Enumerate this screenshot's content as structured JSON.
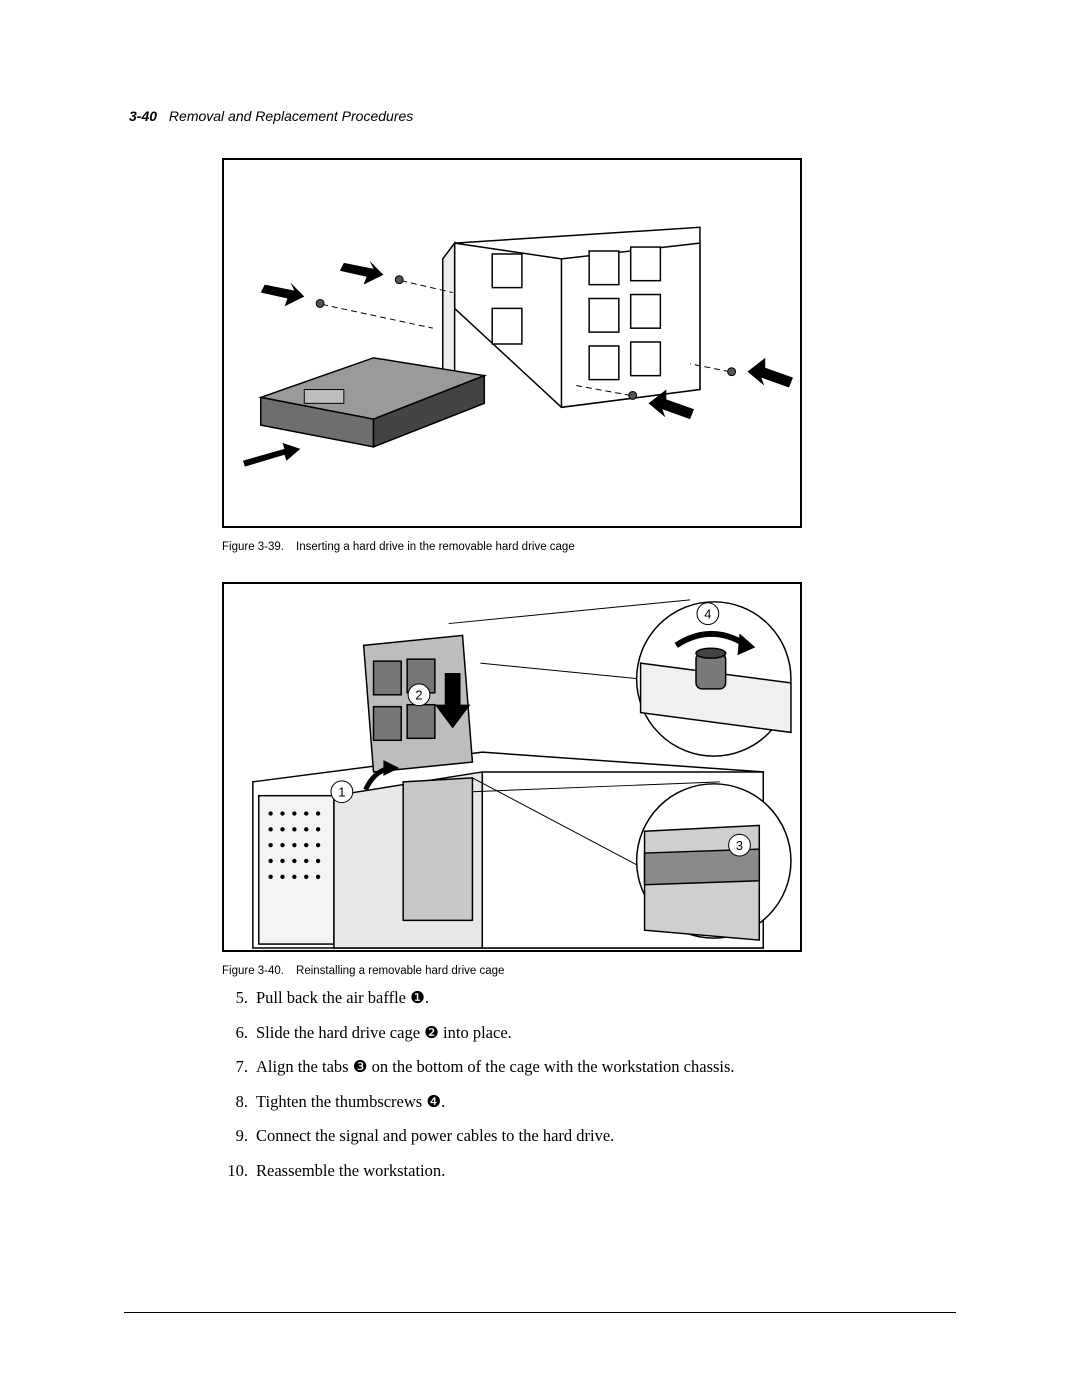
{
  "header": {
    "page_number": "3-40",
    "section_title": "Removal and Replacement Procedures"
  },
  "figure1": {
    "label": "Figure 3-39.",
    "caption": "Inserting a hard drive in the removable hard drive cage"
  },
  "figure2": {
    "label": "Figure 3-40.",
    "caption": "Reinstalling a removable hard drive cage",
    "callouts": [
      "1",
      "2",
      "3",
      "4"
    ]
  },
  "steps": [
    {
      "num": "5.",
      "text": "Pull back the air baffle ❶."
    },
    {
      "num": "6.",
      "text": "Slide the hard drive cage ❷ into place."
    },
    {
      "num": "7.",
      "text": "Align the tabs ❸ on the bottom of the cage with the workstation chassis."
    },
    {
      "num": "8.",
      "text": "Tighten the thumbscrews ❹."
    },
    {
      "num": "9.",
      "text": "Connect the signal and power cables to the hard drive."
    },
    {
      "num": "10.",
      "text": "Reassemble the workstation."
    }
  ]
}
